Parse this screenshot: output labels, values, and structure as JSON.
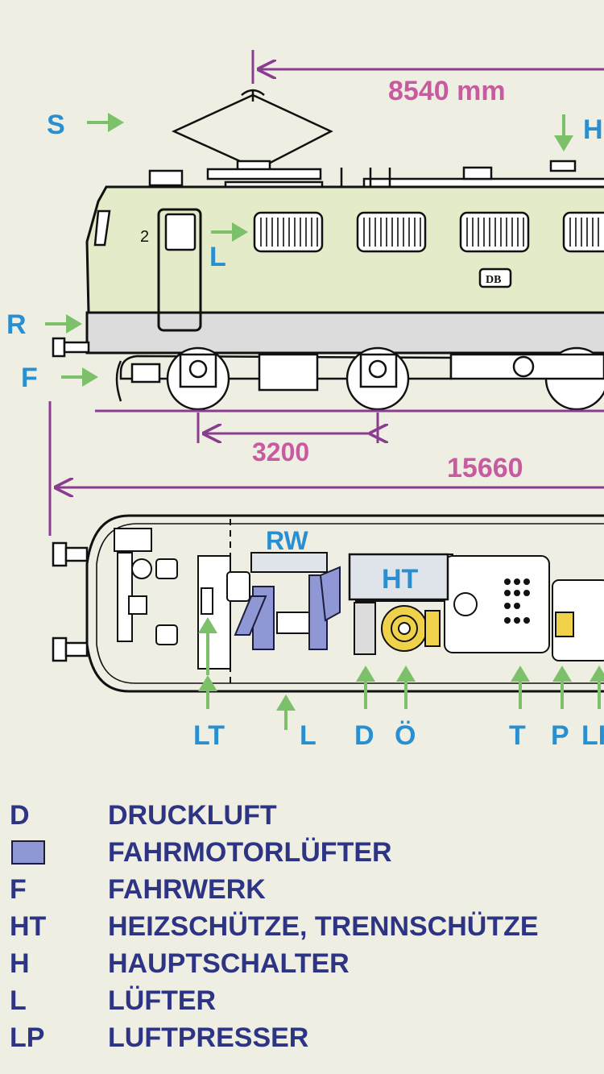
{
  "dimensions": {
    "pantograph_span": "8540 mm",
    "bogie_wheelbase": "3200",
    "overall_length": "15660"
  },
  "side_view": {
    "cab_number": "2",
    "logo": "DB",
    "labels": {
      "s": "S",
      "h": "H",
      "l": "L",
      "r": "R",
      "f": "F"
    }
  },
  "top_view": {
    "rw": "RW",
    "ht": "HT",
    "bottom_labels": {
      "lt": "LT",
      "l": "L",
      "d": "D",
      "oe": "Ö",
      "t": "T",
      "p": "P",
      "lp": "LP"
    }
  },
  "legend": [
    {
      "code": "D",
      "text": "DRUCKLUFT"
    },
    {
      "code": "",
      "text": "FAHRMOTORLÜFTER",
      "swatch": "#8f98d4"
    },
    {
      "code": "F",
      "text": "FAHRWERK"
    },
    {
      "code": "HT",
      "text": "HEIZSCHÜTZE, TRENNSCHÜTZE"
    },
    {
      "code": "H",
      "text": "HAUPTSCHALTER"
    },
    {
      "code": "L",
      "text": "LÜFTER"
    },
    {
      "code": "LP",
      "text": "LUFTPRESSER"
    }
  ],
  "colors": {
    "background": "#efeee2",
    "body": "#e3ebc8",
    "lower_band": "#dcdcdc",
    "dimension": "#8a3c90",
    "dimension_text": "#c85aa0",
    "arrow": "#7cc06a",
    "label": "#2a8fd0",
    "legend_text": "#2e3484",
    "motor_blower": "#8f98d4",
    "switch_box": "#dfe3ea",
    "compressor": "#f0d24a"
  }
}
